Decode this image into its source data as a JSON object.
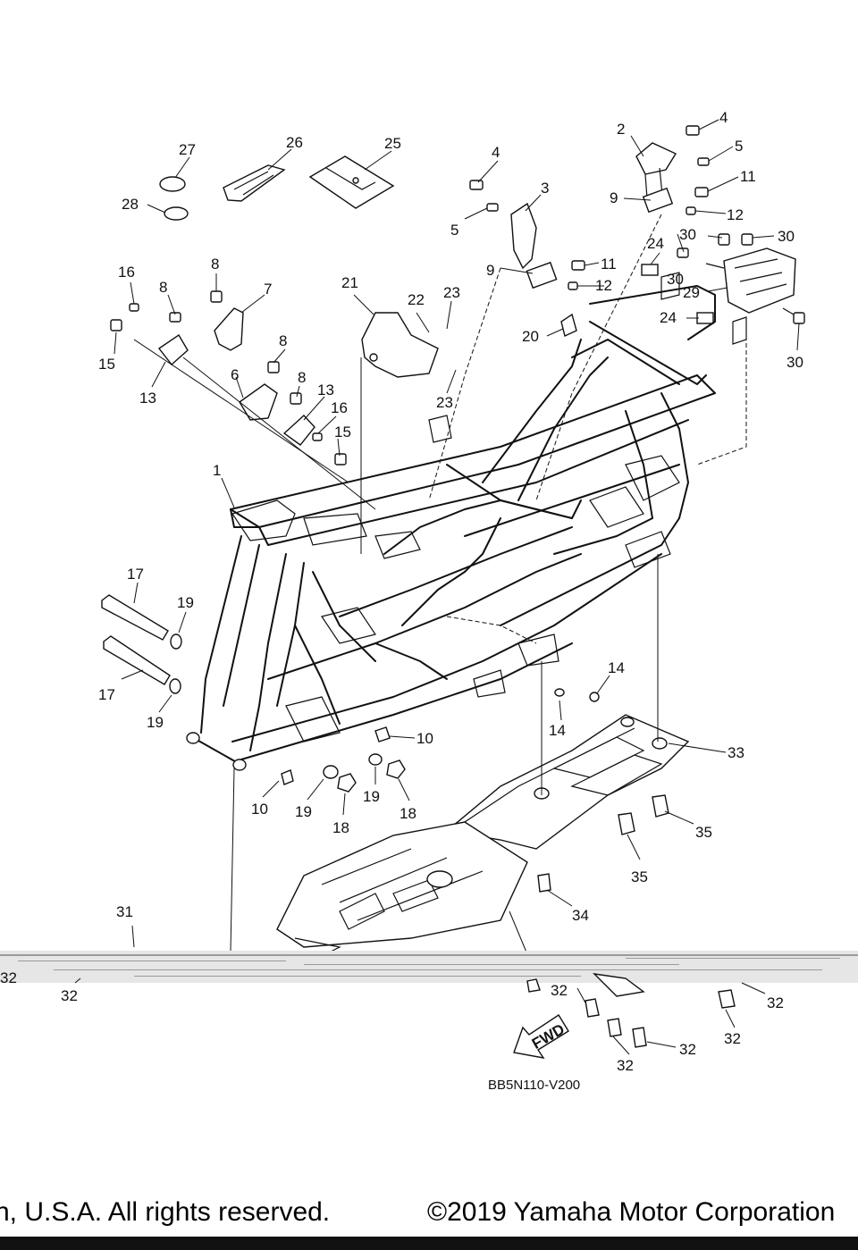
{
  "diagram": {
    "code": "BB5N110-V200",
    "direction_label": "FWD",
    "callouts": [
      "1",
      "2",
      "3",
      "4",
      "4",
      "5",
      "5",
      "6",
      "7",
      "8",
      "8",
      "8",
      "8",
      "9",
      "9",
      "10",
      "10",
      "11",
      "11",
      "12",
      "12",
      "13",
      "13",
      "14",
      "14",
      "15",
      "15",
      "16",
      "16",
      "17",
      "17",
      "18",
      "18",
      "19",
      "19",
      "19",
      "19",
      "20",
      "21",
      "22",
      "23",
      "23",
      "24",
      "24",
      "25",
      "26",
      "27",
      "28",
      "29",
      "30",
      "30",
      "30",
      "30",
      "31",
      "32",
      "32",
      "32",
      "32",
      "32",
      "32",
      "32",
      "33",
      "34",
      "35",
      "35"
    ]
  },
  "footer": {
    "left": "n, U.S.A. All rights reserved.",
    "right": "©2019 Yamaha Motor Corporation"
  }
}
